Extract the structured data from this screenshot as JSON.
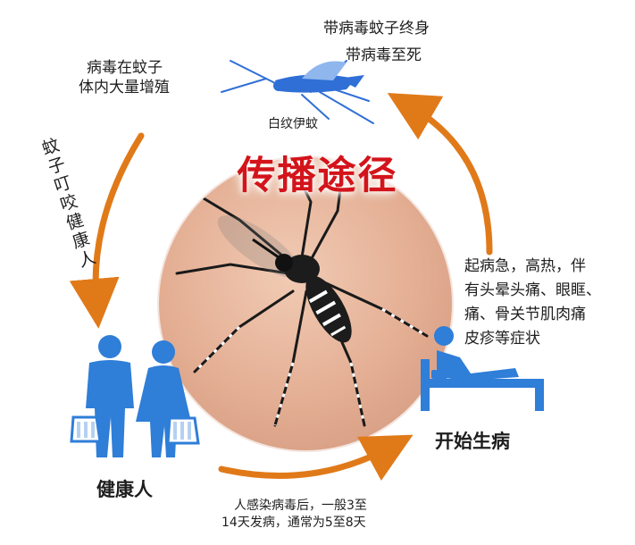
{
  "title": "传播途径",
  "top_note": {
    "line1": "带病毒蚊子终身",
    "line2": "带病毒至死"
  },
  "mosquito_label": "白纹伊蚊",
  "virus_note": {
    "line1": "病毒在蚊子",
    "line2": "体内大量增殖"
  },
  "bite_note": "蚊子叮咬健康人",
  "symptom_note": {
    "line1": "起病急，高热，伴",
    "line2": "有头晕头痛、眼眶、",
    "line3": "痛、骨关节肌肉痛",
    "line4": "皮疹等症状"
  },
  "sick_label": "开始生病",
  "healthy_label": "健康人",
  "incubation_note": {
    "line1": "人感染病毒后，一般3至",
    "line2": "14天发病，通常为5至8天"
  },
  "colors": {
    "title": "#d3141b",
    "arrow": "#e07a19",
    "figure_blue": "#2f7ed8",
    "mosquito_blue": "#2f6fd6"
  }
}
